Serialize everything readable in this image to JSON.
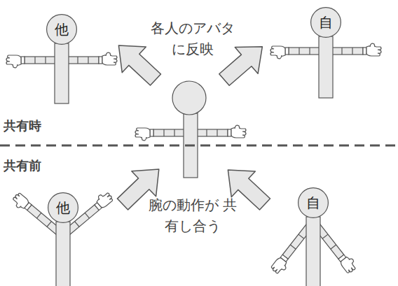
{
  "diagram": {
    "nodes": [
      {
        "text": [
          "他"
        ]
      },
      {
        "text": [
          "自"
        ]
      },
      {
        "text": [
          "他"
        ]
      },
      {
        "text": [
          "自"
        ]
      }
    ],
    "labels": [
      "各人のアバタ に反映",
      "共有時",
      "共有前",
      "腕の動作が 共有し合う"
    ]
  }
}
